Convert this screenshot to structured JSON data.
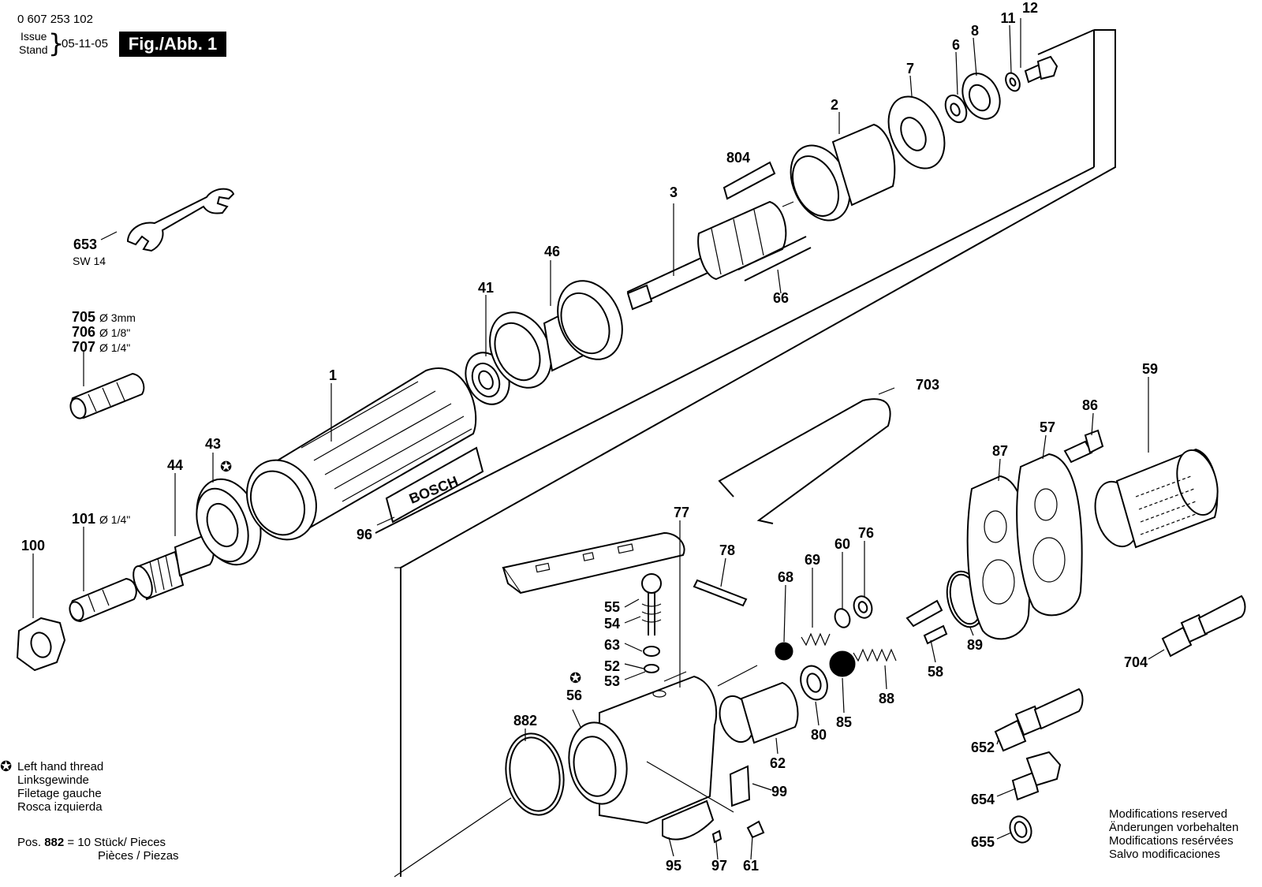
{
  "header": {
    "doc_number": "0 607 253 102",
    "issue_label_1": "Issue",
    "issue_label_2": "Stand",
    "issue_date": "05-11-05",
    "figure_label": "Fig./Abb. 1"
  },
  "callouts": [
    {
      "id": "c12",
      "text": "12"
    },
    {
      "id": "c11",
      "text": "11"
    },
    {
      "id": "c8",
      "text": "8"
    },
    {
      "id": "c6",
      "text": "6"
    },
    {
      "id": "c7",
      "text": "7"
    },
    {
      "id": "c2",
      "text": "2"
    },
    {
      "id": "c804",
      "text": "804"
    },
    {
      "id": "c3",
      "text": "3"
    },
    {
      "id": "c66",
      "text": "66"
    },
    {
      "id": "c46",
      "text": "46"
    },
    {
      "id": "c41",
      "text": "41"
    },
    {
      "id": "c1",
      "text": "1"
    },
    {
      "id": "c96",
      "text": "96"
    },
    {
      "id": "c43",
      "text": "43"
    },
    {
      "id": "c44",
      "text": "44"
    },
    {
      "id": "c101",
      "text": "101"
    },
    {
      "id": "c100",
      "text": "100"
    },
    {
      "id": "c653",
      "text": "653"
    },
    {
      "id": "c705",
      "text": "705"
    },
    {
      "id": "c706",
      "text": "706"
    },
    {
      "id": "c707",
      "text": "707"
    },
    {
      "id": "c703",
      "text": "703"
    },
    {
      "id": "c59",
      "text": "59"
    },
    {
      "id": "c86",
      "text": "86"
    },
    {
      "id": "c57",
      "text": "57"
    },
    {
      "id": "c87",
      "text": "87"
    },
    {
      "id": "c77",
      "text": "77"
    },
    {
      "id": "c78",
      "text": "78"
    },
    {
      "id": "c76",
      "text": "76"
    },
    {
      "id": "c60",
      "text": "60"
    },
    {
      "id": "c69",
      "text": "69"
    },
    {
      "id": "c68",
      "text": "68"
    },
    {
      "id": "c55",
      "text": "55"
    },
    {
      "id": "c54",
      "text": "54"
    },
    {
      "id": "c63",
      "text": "63"
    },
    {
      "id": "c52",
      "text": "52"
    },
    {
      "id": "c53",
      "text": "53"
    },
    {
      "id": "c56",
      "text": "56"
    },
    {
      "id": "c882",
      "text": "882"
    },
    {
      "id": "c62",
      "text": "62"
    },
    {
      "id": "c80",
      "text": "80"
    },
    {
      "id": "c85",
      "text": "85"
    },
    {
      "id": "c88",
      "text": "88"
    },
    {
      "id": "c58",
      "text": "58"
    },
    {
      "id": "c89",
      "text": "89"
    },
    {
      "id": "c704",
      "text": "704"
    },
    {
      "id": "c652",
      "text": "652"
    },
    {
      "id": "c654",
      "text": "654"
    },
    {
      "id": "c655",
      "text": "655"
    },
    {
      "id": "c99",
      "text": "99"
    },
    {
      "id": "c95",
      "text": "95"
    },
    {
      "id": "c97",
      "text": "97"
    },
    {
      "id": "c61",
      "text": "61"
    }
  ],
  "sub_labels": {
    "sw14": "SW 14",
    "d705": "Ø 3mm",
    "d706": "Ø 1/8\"",
    "d707": "Ø 1/4\"",
    "d101": "Ø 1/4\""
  },
  "housing_logo": "BOSCH",
  "legend": {
    "star_symbol": "✪",
    "lines": [
      "Left hand thread",
      "Linksgewinde",
      "Filetage gauche",
      "Rosca izquierda"
    ]
  },
  "pos_note": {
    "prefix": "Pos. ",
    "pos": "882",
    "eq": " = 10 Stück/  Pieces",
    "line2": "Pièces / Piezas"
  },
  "modifications": [
    "Modifications reserved",
    "Änderungen vorbehalten",
    "Modifications resérvées",
    "Salvo modificaciones"
  ]
}
